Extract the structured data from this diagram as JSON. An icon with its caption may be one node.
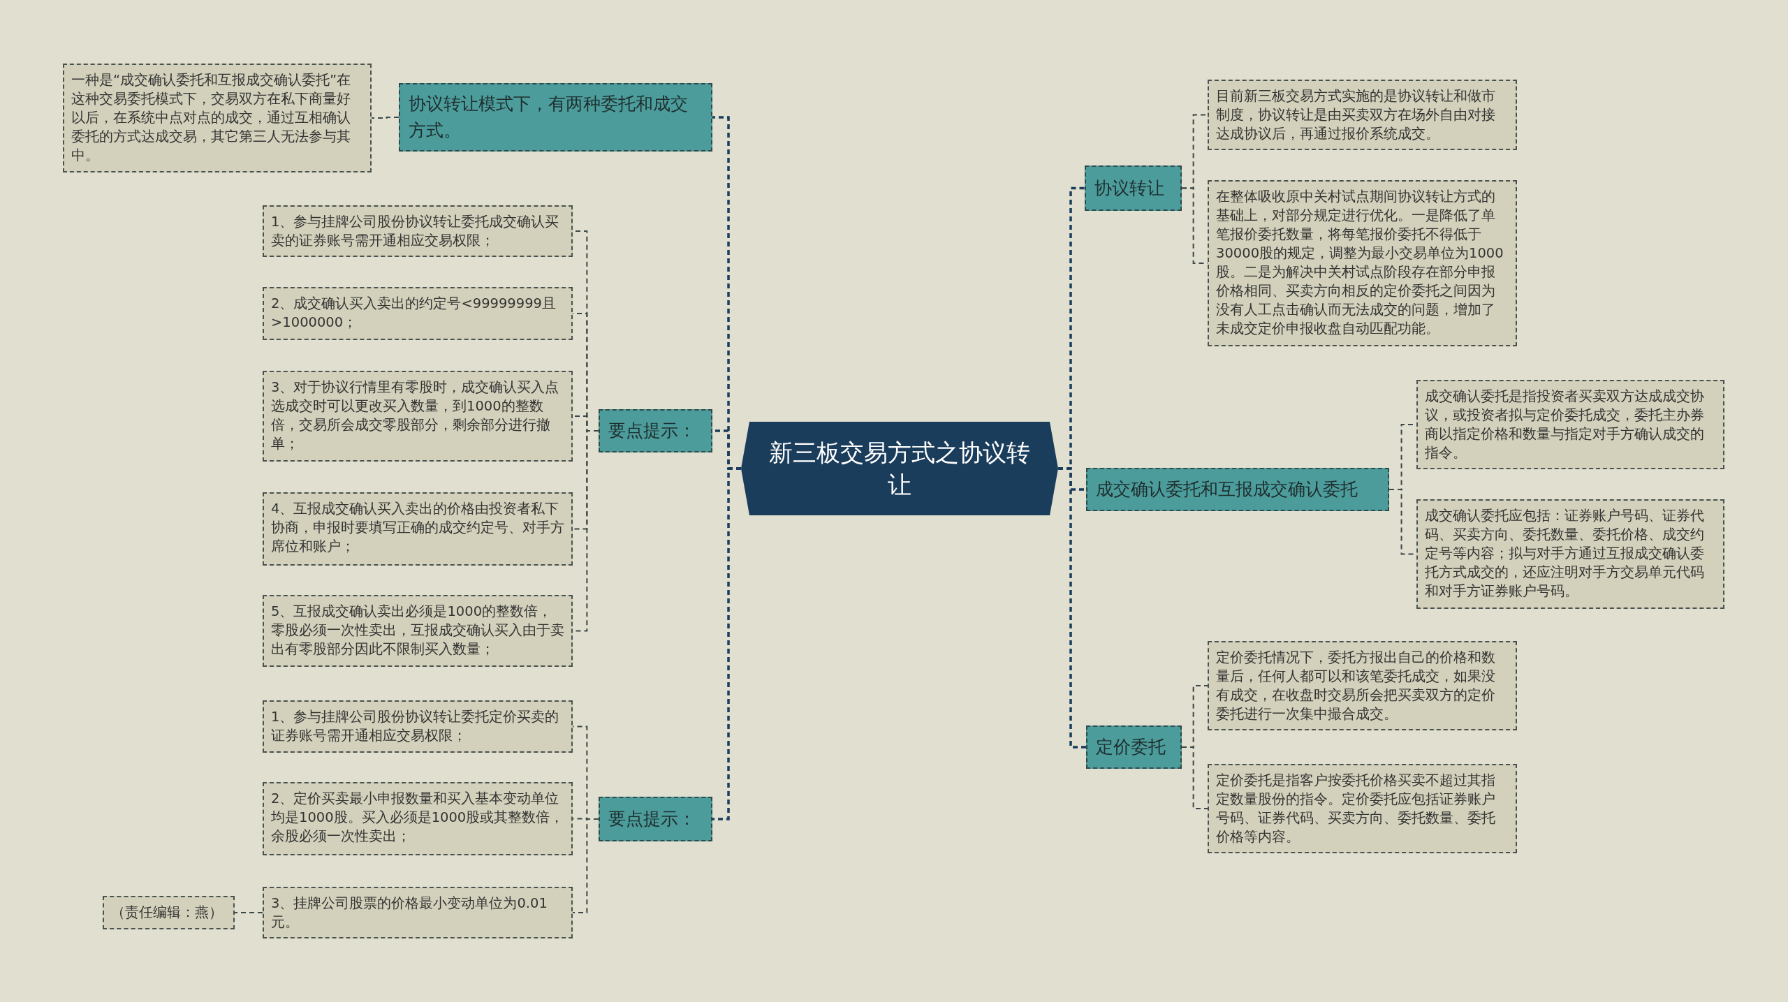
{
  "diagram": {
    "nodes": [
      {
        "text": [
          "新三板交易方式之协议转让"
        ]
      },
      {
        "text": [
          "协议转让模式下，有两种委托和成交方式。"
        ]
      },
      {
        "text": [
          "一种是“成交确认委托和互报成交确认委托”在这种交易委托模式下，交易双方在私下商量好以后，在系统中点对点的成交，通过互相确认委托的方式达成交易，其它第三人无法参与其中。"
        ]
      },
      {
        "text": [
          "要点提示："
        ]
      },
      {
        "text": [
          "1、参与挂牌公司股份协议转让委托成交确认买卖的证券账号需开通相应交易权限；"
        ]
      },
      {
        "text": [
          "2、成交确认买入卖出的约定号<99999999且>1000000；"
        ]
      },
      {
        "text": [
          "3、对于协议行情里有零股时，成交确认买入点选成交时可以更改买入数量，到1000的整数倍，交易所会成交零股部分，剩余部分进行撤单；"
        ]
      },
      {
        "text": [
          "4、互报成交确认买入卖出的价格由投资者私下协商，申报时要填写正确的成交约定号、对手方席位和账户；"
        ]
      },
      {
        "text": [
          "5、互报成交确认卖出必须是1000的整数倍，零股必须一次性卖出，互报成交确认买入由于卖出有零股部分因此不限制买入数量；"
        ]
      },
      {
        "text": [
          "要点提示："
        ]
      },
      {
        "text": [
          "1、参与挂牌公司股份协议转让委托定价买卖的证券账号需开通相应交易权限；"
        ]
      },
      {
        "text": [
          "2、定价买卖最小申报数量和买入基本变动单位均是1000股。买入必须是1000股或其整数倍，余股必须一次性卖出；"
        ]
      },
      {
        "text": [
          "3、挂牌公司股票的价格最小变动单位为0.01元。"
        ]
      },
      {
        "text": [
          "（责任编辑：燕）"
        ]
      },
      {
        "text": [
          "协议转让"
        ]
      },
      {
        "text": [
          "目前新三板交易方式实施的是协议转让和做市制度，协议转让是由买卖双方在场外自由对接达成协议后，再通过报价系统成交。"
        ]
      },
      {
        "text": [
          "在整体吸收原中关村试点期间协议转让方式的基础上，对部分规定进行优化。一是降低了单笔报价委托数量，将每笔报价委托不得低于30000股的规定，调整为最小交易单位为1000股。二是为解决中关村试点阶段存在部分申报价格相同、买卖方向相反的定价委托之间因为没有人工点击确认而无法成交的问题，增加了未成交定价申报收盘自动匹配功能。"
        ]
      },
      {
        "text": [
          "成交确认委托和互报成交确认委托"
        ]
      },
      {
        "text": [
          "成交确认委托是指投资者买卖双方达成成交协议，或投资者拟与定价委托成交，委托主办券商以指定价格和数量与指定对手方确认成交的指令。"
        ]
      },
      {
        "text": [
          "成交确认委托应包括：证券账户号码、证券代码、买卖方向、委托数量、委托价格、成交约定号等内容；拟与对手方通过互报成交确认委托方式成交的，还应注明对手方交易单元代码和对手方证券账户号码。"
        ]
      },
      {
        "text": [
          "定价委托"
        ]
      },
      {
        "text": [
          "定价委托情况下，委托方报出自己的价格和数量后，任何人都可以和该笔委托成交，如果没有成交，在收盘时交易所会把买卖双方的定价委托进行一次集中撮合成交。"
        ]
      },
      {
        "text": [
          "定价委托是指客户按委托价格买卖不超过其指定数量股份的指令。定价委托应包括证券账户号码、证券代码、买卖方向、委托数量、委托价格等内容。"
        ]
      }
    ],
    "edges": [
      {
        "from": 0,
        "to": 1,
        "arrow": "none",
        "color": "#1b3d5c"
      },
      {
        "from": 1,
        "to": 2,
        "arrow": "none"
      },
      {
        "from": 0,
        "to": 3,
        "arrow": "none",
        "color": "#1b3d5c"
      },
      {
        "from": 3,
        "to": 4,
        "arrow": "none"
      },
      {
        "from": 3,
        "to": 5,
        "arrow": "none"
      },
      {
        "from": 3,
        "to": 6,
        "arrow": "none"
      },
      {
        "from": 3,
        "to": 7,
        "arrow": "none"
      },
      {
        "from": 3,
        "to": 8,
        "arrow": "none"
      },
      {
        "from": 0,
        "to": 9,
        "arrow": "none",
        "color": "#1b3d5c"
      },
      {
        "from": 9,
        "to": 10,
        "arrow": "none"
      },
      {
        "from": 9,
        "to": 11,
        "arrow": "none"
      },
      {
        "from": 9,
        "to": 12,
        "arrow": "none"
      },
      {
        "from": 12,
        "to": 13,
        "arrow": "none"
      },
      {
        "from": 0,
        "to": 14,
        "arrow": "none",
        "color": "#1b3d5c"
      },
      {
        "from": 14,
        "to": 15,
        "arrow": "none"
      },
      {
        "from": 14,
        "to": 16,
        "arrow": "none"
      },
      {
        "from": 0,
        "to": 17,
        "arrow": "none",
        "color": "#1b3d5c"
      },
      {
        "from": 17,
        "to": 18,
        "arrow": "none"
      },
      {
        "from": 17,
        "to": 19,
        "arrow": "none"
      },
      {
        "from": 0,
        "to": 20,
        "arrow": "none",
        "color": "#1b3d5c"
      },
      {
        "from": 20,
        "to": 21,
        "arrow": "none"
      },
      {
        "from": 20,
        "to": 22,
        "arrow": "none"
      }
    ]
  }
}
